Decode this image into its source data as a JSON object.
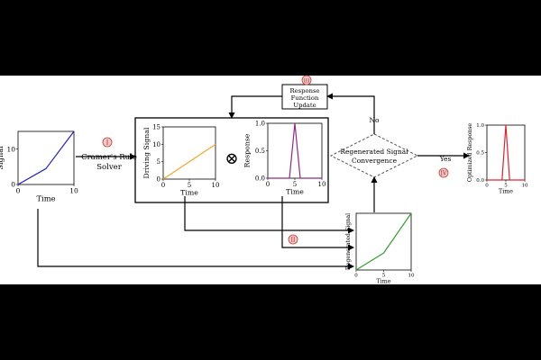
{
  "colors": {
    "blue": "#1f1fd0",
    "orange": "#f5a623",
    "purple": "#8b2a8b",
    "green": "#2ca02c",
    "red": "#e0202a",
    "badge_fill": "#f7c9c9",
    "badge_stroke": "#c0392b"
  },
  "badges": [
    "I",
    "II",
    "III",
    "IV"
  ],
  "labels": {
    "cramer_line1": "Cramer's Rule",
    "cramer_line2": "Solver",
    "update_line1": "Response",
    "update_line2": "Function",
    "update_line3": "Update",
    "decision_line1": "Regenerated Signal",
    "decision_line2": "Convergence",
    "yes": "Yes",
    "no": "No",
    "convolve_symbol": "⊗"
  },
  "chart_data": [
    {
      "id": "input_signal",
      "type": "line",
      "ylabel": "Signal",
      "xlabel": "Time",
      "xlim": [
        0,
        10
      ],
      "ylim": [
        0,
        15
      ],
      "xticks": [
        "0",
        "10"
      ],
      "yticks": [
        "0",
        "10"
      ],
      "series": [
        {
          "x": [
            0,
            5,
            10
          ],
          "y": [
            0,
            4.5,
            15
          ]
        }
      ]
    },
    {
      "id": "driving_signal",
      "type": "line",
      "ylabel": "Driving Signal",
      "xlabel": "Time",
      "xlim": [
        0,
        10
      ],
      "ylim": [
        0,
        15
      ],
      "xticks": [
        "0",
        "5",
        "10"
      ],
      "yticks": [
        "0",
        "5",
        "10",
        "15"
      ],
      "series": [
        {
          "x": [
            0,
            10
          ],
          "y": [
            0,
            10
          ]
        }
      ]
    },
    {
      "id": "response",
      "type": "line",
      "ylabel": "Response",
      "xlabel": "Time",
      "xlim": [
        0,
        10
      ],
      "ylim": [
        0,
        1.0
      ],
      "xticks": [
        "0",
        "5",
        "10"
      ],
      "yticks": [
        "0.0",
        "0.5",
        "1.0"
      ],
      "series": [
        {
          "x": [
            0,
            4,
            5,
            6,
            10
          ],
          "y": [
            0,
            0,
            1.0,
            0,
            0
          ]
        }
      ]
    },
    {
      "id": "regenerated_signal",
      "type": "line",
      "ylabel": "Regenerated Signal",
      "xlabel": "Time",
      "xlim": [
        0,
        10
      ],
      "ylim": [
        0,
        15
      ],
      "xticks": [
        "0",
        "5",
        "10"
      ],
      "yticks": [],
      "series": [
        {
          "x": [
            0,
            5,
            10
          ],
          "y": [
            0,
            4.5,
            15
          ]
        }
      ]
    },
    {
      "id": "optimized_response",
      "type": "line",
      "ylabel": "Optimized Response",
      "xlabel": "Time",
      "xlim": [
        0,
        10
      ],
      "ylim": [
        0,
        1.0
      ],
      "xticks": [
        "0",
        "5",
        "10"
      ],
      "yticks": [
        "0.0",
        "0.5",
        "1.0"
      ],
      "series": [
        {
          "x": [
            0,
            4,
            5,
            6,
            10
          ],
          "y": [
            0,
            0,
            1.0,
            0,
            0
          ]
        }
      ]
    }
  ]
}
